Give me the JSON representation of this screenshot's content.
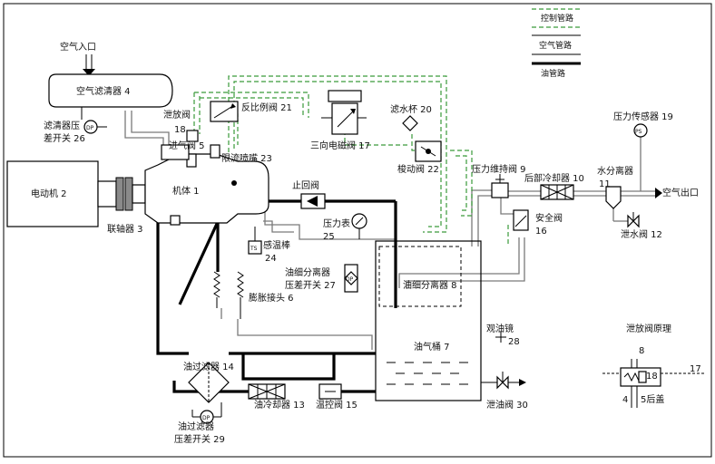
{
  "legend": {
    "control": "控制管路",
    "air": "空气管路",
    "oil": "油管路"
  },
  "labels": {
    "air_inlet": "空气入口",
    "air_filter": "空气滤清器 4",
    "filter_dp_1": "滤清器压",
    "filter_dp_2": "差开关 26",
    "motor": "电动机 2",
    "coupling": "联轴器 3",
    "body": "机体 1",
    "drain_valve_1": "泄放阀",
    "drain_valve_2": "18",
    "intake_valve": "进气阀 5",
    "prop_valve": "反比例阀 21",
    "limit_nozzle": "限流喷嘴 23",
    "three_way": "三向电磁阀 17",
    "water_cup": "滤水杯 20",
    "shuttle_valve": "梭动阀 22",
    "pressure_sensor": "压力传感器 19",
    "min_pressure_valve": "压力维持阀 9",
    "aftercooler": "后部冷却器 10",
    "water_sep_1": "水分离器",
    "water_sep_2": "11",
    "air_outlet": "空气出口",
    "drain_water": "泄水阀 12",
    "safety_valve_1": "安全阀",
    "safety_valve_2": "16",
    "check_valve": "止回阀",
    "pressure_gauge_1": "压力表",
    "pressure_gauge_2": "25",
    "temp_rod_1": "感温棒",
    "temp_rod_2": "24",
    "fine_sep_dp_1": "油细分离器",
    "fine_sep_dp_2": "压差开关 27",
    "fine_sep": "油细分离器 8",
    "expansion": "膨胀接头 6",
    "sight_glass_1": "观油镜",
    "sight_glass_2": "28",
    "oil_tank": "油气桶 7",
    "oil_filter": "油过滤器 14",
    "oil_cooler": "油冷却器 13",
    "thermo_valve": "温控阀 15",
    "oil_drain": "泄油阀 30",
    "oil_filter_dp_1": "油过滤器",
    "oil_filter_dp_2": "压差开关 29",
    "dp_symbol": "DP",
    "ps_symbol": "PS",
    "ts_symbol": "TS"
  },
  "inset": {
    "title": "泄放阀原理",
    "n8": "8",
    "n18": "18",
    "n17": "17",
    "n4": "4",
    "n5": "5后盖"
  },
  "colors": {
    "control_line": "#3a9a3a",
    "air_line": "#7a7a7a",
    "oil_line": "#000000"
  }
}
